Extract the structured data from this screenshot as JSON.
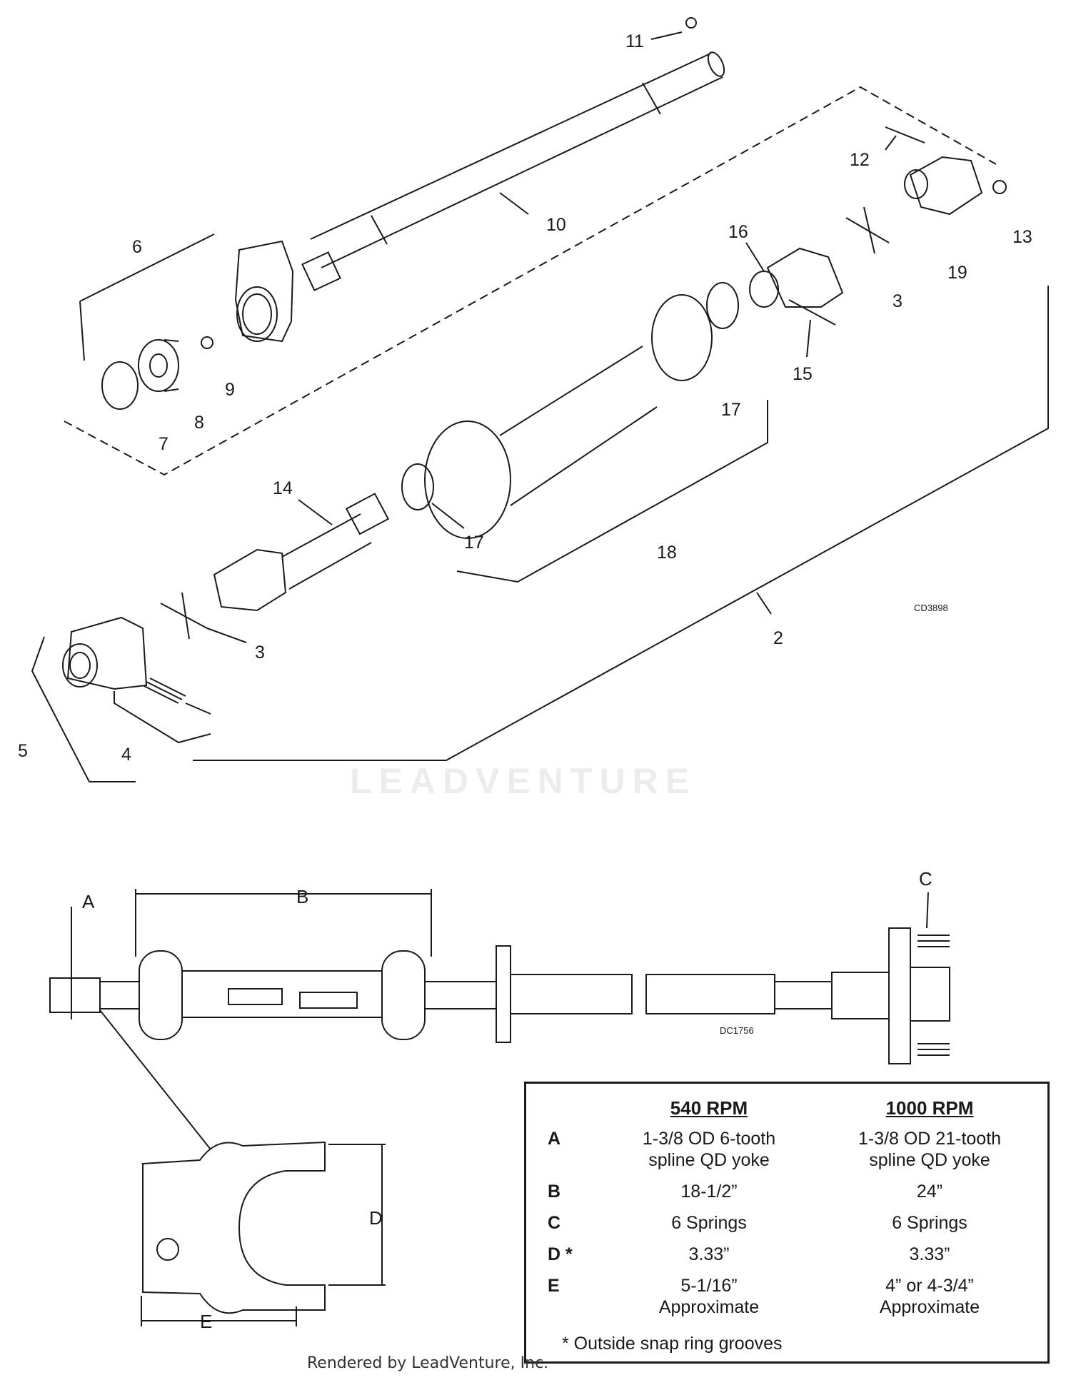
{
  "labels": {
    "p2": "2",
    "p3a": "3",
    "p3b": "3",
    "p4": "4",
    "p5": "5",
    "p6": "6",
    "p7": "7",
    "p8": "8",
    "p9": "9",
    "p10": "10",
    "p11": "11",
    "p12": "12",
    "p13": "13",
    "p14": "14",
    "p15": "15",
    "p16": "16",
    "p17a": "17",
    "p17b": "17",
    "p18": "18",
    "p19": "19"
  },
  "codes": {
    "top": "CD3898",
    "bottom": "DC1756"
  },
  "dims": {
    "a": "A",
    "b": "B",
    "c": "C",
    "d": "D",
    "e": "E"
  },
  "watermark": "LEADVENTURE",
  "spec": {
    "col1": "540 RPM",
    "col2": "1000 RPM",
    "rows": [
      {
        "key": "A",
        "v1a": "1-3/8 OD 6-tooth",
        "v1b": "spline QD yoke",
        "v2a": "1-3/8 OD 21-tooth",
        "v2b": "spline QD yoke"
      },
      {
        "key": "B",
        "v1a": "18-1/2”",
        "v1b": "",
        "v2a": "24”",
        "v2b": ""
      },
      {
        "key": "C",
        "v1a": "6 Springs",
        "v1b": "",
        "v2a": "6 Springs",
        "v2b": ""
      },
      {
        "key": "D *",
        "v1a": "3.33”",
        "v1b": "",
        "v2a": "3.33”",
        "v2b": ""
      },
      {
        "key": "E",
        "v1a": "5-1/16”",
        "v1b": "Approximate",
        "v2a": "4” or 4-3/4”",
        "v2b": "Approximate"
      }
    ],
    "note": "* Outside snap ring grooves"
  },
  "footer": "Rendered by LeadVenture, Inc."
}
